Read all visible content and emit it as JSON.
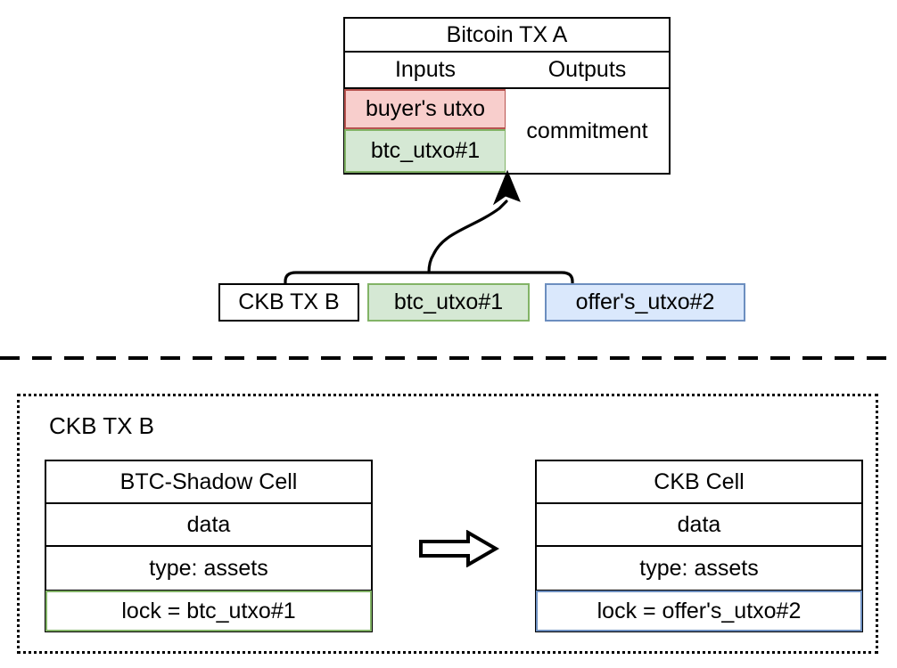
{
  "diagram": {
    "title_semantic": "btc-ckb-shadow-cell-binding",
    "colors": {
      "red_fill": "#f8cecc",
      "red_stroke": "#b85450",
      "green_fill": "#d5e8d4",
      "green_stroke": "#82b366",
      "blue_fill": "#dae8fc",
      "blue_stroke": "#6c8ebf",
      "line": "#000000",
      "background": "#ffffff"
    }
  },
  "bitcoin_tx_a": {
    "title": "Bitcoin TX A",
    "inputs_header": "Inputs",
    "outputs_header": "Outputs",
    "inputs": [
      {
        "label": "buyer's utxo",
        "highlight": "red"
      },
      {
        "label": "btc_utxo#1",
        "highlight": "green"
      }
    ],
    "outputs": [
      {
        "label": "commitment",
        "highlight": "none"
      }
    ]
  },
  "ckb_tx_b_row": {
    "name_chip": "CKB TX B",
    "chips": [
      {
        "label": "btc_utxo#1",
        "highlight": "green"
      },
      {
        "label": "offer's_utxo#2",
        "highlight": "blue"
      }
    ]
  },
  "connector": {
    "kind": "curly-brace-to-arrow",
    "target": "commitment"
  },
  "divider": {
    "style": "dashed"
  },
  "ckb_tx_b_section": {
    "label": "CKB TX B",
    "border_style": "dotted",
    "arrow": "transform-arrow-right",
    "cells": [
      {
        "title": "BTC-Shadow Cell",
        "rows": [
          {
            "label": "data",
            "highlight": "none"
          },
          {
            "label": "type: assets",
            "highlight": "none"
          },
          {
            "label": "lock = btc_utxo#1",
            "highlight": "green"
          }
        ]
      },
      {
        "title": "CKB Cell",
        "rows": [
          {
            "label": "data",
            "highlight": "none"
          },
          {
            "label": "type: assets",
            "highlight": "none"
          },
          {
            "label": "lock = offer's_utxo#2",
            "highlight": "blue"
          }
        ]
      }
    ]
  }
}
